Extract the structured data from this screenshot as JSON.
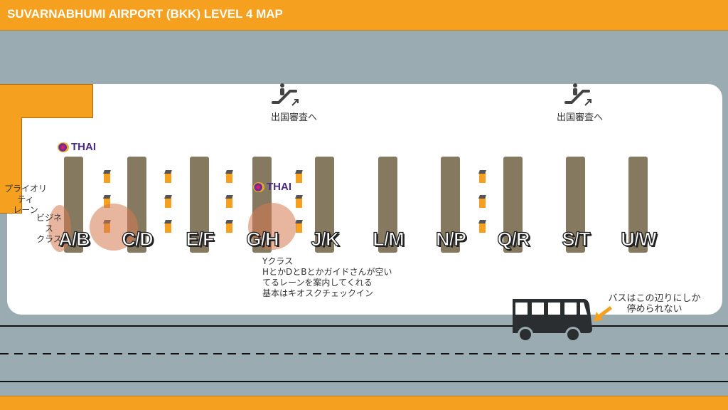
{
  "header": {
    "title": "SUVARNABHUMI AIRPORT (BKK) LEVEL 4 MAP"
  },
  "counters": [
    "A/B",
    "C/D",
    "E/F",
    "G/H",
    "J/K",
    "L/M",
    "N/P",
    "Q/R",
    "S/T",
    "U/W"
  ],
  "escalators": [
    {
      "label": "出国審査へ"
    },
    {
      "label": "出国審査へ"
    }
  ],
  "airline_logo": "THAI",
  "notes": {
    "priority_lane": [
      "プライオリティ",
      "レーン"
    ],
    "business_class": [
      "ビジネス",
      "クラス"
    ],
    "y_class": [
      "Yクラス",
      "HとかDとBとかガイドさんが空い",
      "てるレーンを案内してくれる",
      "基本はキオスクチェックイン"
    ],
    "bus": [
      "バスはこの辺りにしか",
      "停められない"
    ]
  },
  "colors": {
    "accent": "#f5a01f",
    "road": "#9aacb1",
    "counter": "#857a60"
  }
}
